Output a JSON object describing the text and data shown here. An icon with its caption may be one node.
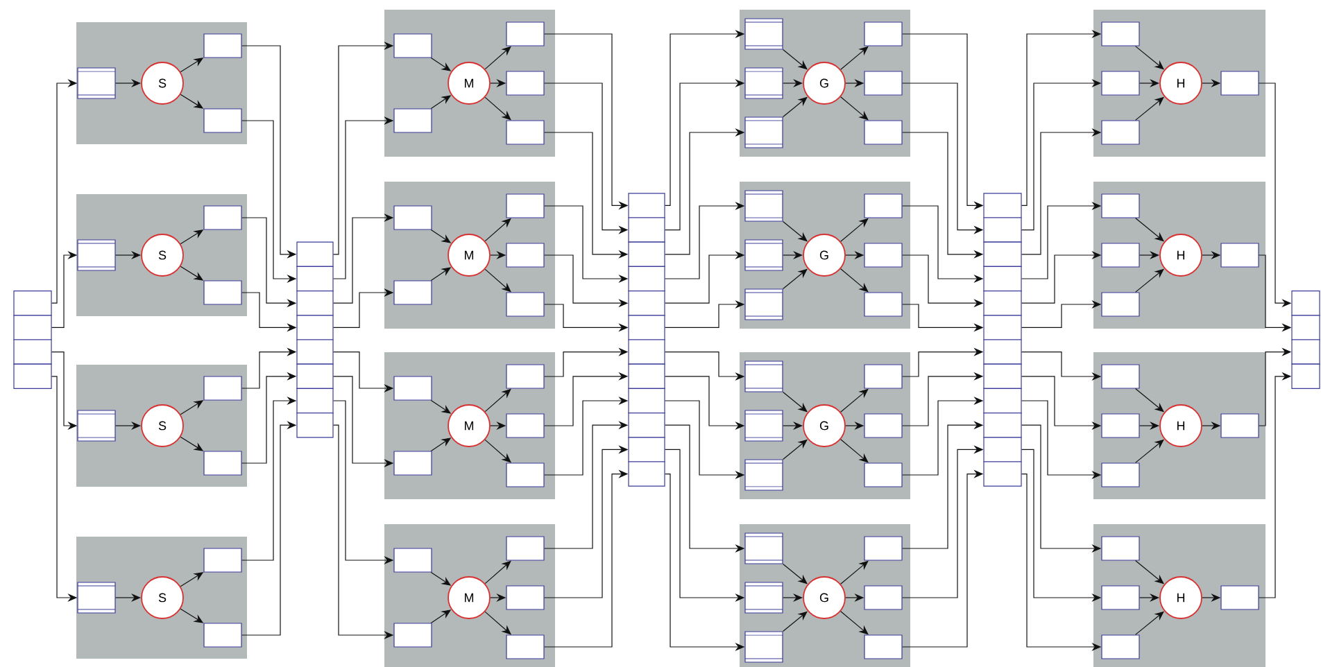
{
  "diagram": {
    "nodes": [
      {
        "text": [],
        "shape": "box"
      },
      {
        "text": [],
        "shape": "box"
      },
      {
        "text": [],
        "shape": "box"
      },
      {
        "text": [],
        "shape": "box"
      },
      {
        "text": [],
        "shape": "box"
      },
      {
        "text": [],
        "shape": "box",
        "in": 4
      },
      {
        "text": [
          "S"
        ],
        "in": 4
      },
      {
        "text": [],
        "shape": "box",
        "in": 4
      },
      {
        "text": [],
        "shape": "box",
        "in": 4
      },
      {
        "text": [],
        "shape": "box"
      },
      {
        "text": [],
        "shape": "box",
        "in": 9
      },
      {
        "text": [
          "S"
        ],
        "in": 9
      },
      {
        "text": [],
        "shape": "box",
        "in": 9
      },
      {
        "text": [],
        "shape": "box",
        "in": 9
      },
      {
        "text": [],
        "shape": "box"
      },
      {
        "text": [],
        "shape": "box",
        "in": 14
      },
      {
        "text": [
          "S"
        ],
        "in": 14
      },
      {
        "text": [],
        "shape": "box",
        "in": 14
      },
      {
        "text": [],
        "shape": "box",
        "in": 14
      },
      {
        "text": [],
        "shape": "box"
      },
      {
        "text": [],
        "shape": "box",
        "in": 19
      },
      {
        "text": [
          "S"
        ],
        "in": 19
      },
      {
        "text": [],
        "shape": "box",
        "in": 19
      },
      {
        "text": [],
        "shape": "box",
        "in": 19
      },
      {
        "text": [],
        "shape": "box"
      },
      {
        "text": [],
        "shape": "box"
      },
      {
        "text": [],
        "shape": "box"
      },
      {
        "text": [],
        "shape": "box"
      },
      {
        "text": [],
        "shape": "box"
      },
      {
        "text": [],
        "shape": "box"
      },
      {
        "text": [],
        "shape": "box"
      },
      {
        "text": [],
        "shape": "box"
      },
      {
        "text": [],
        "shape": "box"
      },
      {
        "text": [],
        "shape": "box",
        "in": 32
      },
      {
        "text": [],
        "shape": "box",
        "in": 32
      },
      {
        "text": [
          "M"
        ],
        "in": 32
      },
      {
        "text": [],
        "shape": "box",
        "in": 32
      },
      {
        "text": [],
        "shape": "box",
        "in": 32
      },
      {
        "text": [],
        "shape": "box",
        "in": 32
      },
      {
        "text": [],
        "shape": "box"
      },
      {
        "text": [],
        "shape": "box",
        "in": 39
      },
      {
        "text": [],
        "shape": "box",
        "in": 39
      },
      {
        "text": [
          "M"
        ],
        "in": 39
      },
      {
        "text": [],
        "shape": "box",
        "in": 39
      },
      {
        "text": [],
        "shape": "box",
        "in": 39
      },
      {
        "text": [],
        "shape": "box",
        "in": 39
      },
      {
        "text": [],
        "shape": "box"
      },
      {
        "text": [],
        "shape": "box",
        "in": 46
      },
      {
        "text": [],
        "shape": "box",
        "in": 46
      },
      {
        "text": [
          "M"
        ],
        "in": 46
      },
      {
        "text": [],
        "shape": "box",
        "in": 46
      },
      {
        "text": [],
        "shape": "box",
        "in": 46
      },
      {
        "text": [],
        "shape": "box",
        "in": 46
      },
      {
        "text": [],
        "shape": "box"
      },
      {
        "text": [],
        "shape": "box",
        "in": 53
      },
      {
        "text": [],
        "shape": "box",
        "in": 53
      },
      {
        "text": [
          "M"
        ],
        "in": 53
      },
      {
        "text": [],
        "shape": "box",
        "in": 53
      },
      {
        "text": [],
        "shape": "box",
        "in": 53
      },
      {
        "text": [],
        "shape": "box",
        "in": 53
      },
      {
        "text": [],
        "shape": "box"
      },
      {
        "text": [],
        "shape": "box"
      },
      {
        "text": [],
        "shape": "box"
      },
      {
        "text": [],
        "shape": "box"
      },
      {
        "text": [],
        "shape": "box"
      },
      {
        "text": [],
        "shape": "box"
      },
      {
        "text": [],
        "shape": "box"
      },
      {
        "text": [],
        "shape": "box"
      },
      {
        "text": [],
        "shape": "box"
      },
      {
        "text": [],
        "shape": "box"
      },
      {
        "text": [],
        "shape": "box"
      },
      {
        "text": [],
        "shape": "box"
      },
      {
        "text": [],
        "shape": "box"
      },
      {
        "text": [],
        "shape": "box",
        "in": 72
      },
      {
        "text": [],
        "shape": "box",
        "in": 72
      },
      {
        "text": [],
        "shape": "box",
        "in": 72
      },
      {
        "text": [
          "G"
        ],
        "in": 72
      },
      {
        "text": [],
        "shape": "box",
        "in": 72
      },
      {
        "text": [],
        "shape": "box",
        "in": 72
      },
      {
        "text": [],
        "shape": "box",
        "in": 72
      },
      {
        "text": [],
        "shape": "box"
      },
      {
        "text": [],
        "shape": "box",
        "in": 80
      },
      {
        "text": [],
        "shape": "box",
        "in": 80
      },
      {
        "text": [],
        "shape": "box",
        "in": 80
      },
      {
        "text": [
          "G"
        ],
        "in": 80
      },
      {
        "text": [],
        "shape": "box",
        "in": 80
      },
      {
        "text": [],
        "shape": "box",
        "in": 80
      },
      {
        "text": [],
        "shape": "box",
        "in": 80
      },
      {
        "text": [],
        "shape": "box"
      },
      {
        "text": [],
        "shape": "box",
        "in": 88
      },
      {
        "text": [],
        "shape": "box",
        "in": 88
      },
      {
        "text": [],
        "shape": "box",
        "in": 88
      },
      {
        "text": [
          "G"
        ],
        "in": 88
      },
      {
        "text": [],
        "shape": "box",
        "in": 88
      },
      {
        "text": [],
        "shape": "box",
        "in": 88
      },
      {
        "text": [],
        "shape": "box",
        "in": 88
      },
      {
        "text": [],
        "shape": "box"
      },
      {
        "text": [],
        "shape": "box",
        "in": 96
      },
      {
        "text": [],
        "shape": "box",
        "in": 96
      },
      {
        "text": [],
        "shape": "box",
        "in": 96
      },
      {
        "text": [
          "G"
        ],
        "in": 96
      },
      {
        "text": [],
        "shape": "box",
        "in": 96
      },
      {
        "text": [],
        "shape": "box",
        "in": 96
      },
      {
        "text": [],
        "shape": "box",
        "in": 96
      },
      {
        "text": [],
        "shape": "box"
      },
      {
        "text": [],
        "shape": "box"
      },
      {
        "text": [],
        "shape": "box"
      },
      {
        "text": [],
        "shape": "box"
      },
      {
        "text": [],
        "shape": "box"
      },
      {
        "text": [],
        "shape": "box"
      },
      {
        "text": [],
        "shape": "box"
      },
      {
        "text": [],
        "shape": "box"
      },
      {
        "text": [],
        "shape": "box"
      },
      {
        "text": [],
        "shape": "box"
      },
      {
        "text": [],
        "shape": "box"
      },
      {
        "text": [],
        "shape": "box"
      },
      {
        "text": [],
        "shape": "box"
      },
      {
        "text": [],
        "shape": "box",
        "in": 116
      },
      {
        "text": [],
        "shape": "box",
        "in": 116
      },
      {
        "text": [],
        "shape": "box",
        "in": 116
      },
      {
        "text": [
          "H"
        ],
        "in": 116
      },
      {
        "text": [],
        "shape": "box",
        "in": 116
      },
      {
        "text": [],
        "shape": "box"
      },
      {
        "text": [],
        "shape": "box",
        "in": 122
      },
      {
        "text": [],
        "shape": "box",
        "in": 122
      },
      {
        "text": [],
        "shape": "box",
        "in": 122
      },
      {
        "text": [
          "H"
        ],
        "in": 122
      },
      {
        "text": [],
        "shape": "box",
        "in": 122
      },
      {
        "text": [],
        "shape": "box"
      },
      {
        "text": [],
        "shape": "box",
        "in": 128
      },
      {
        "text": [],
        "shape": "box",
        "in": 128
      },
      {
        "text": [],
        "shape": "box",
        "in": 128
      },
      {
        "text": [
          "H"
        ],
        "in": 128
      },
      {
        "text": [],
        "shape": "box",
        "in": 128
      },
      {
        "text": [],
        "shape": "box"
      },
      {
        "text": [],
        "shape": "box",
        "in": 134
      },
      {
        "text": [],
        "shape": "box",
        "in": 134
      },
      {
        "text": [],
        "shape": "box",
        "in": 134
      },
      {
        "text": [
          "H"
        ],
        "in": 134
      },
      {
        "text": [],
        "shape": "box",
        "in": 134
      },
      {
        "text": [],
        "shape": "box"
      },
      {
        "text": [],
        "shape": "box"
      },
      {
        "text": [],
        "shape": "box"
      },
      {
        "text": [],
        "shape": "box"
      }
    ],
    "edges": [
      {
        "from": 0,
        "to": 5,
        "arrow": "to"
      },
      {
        "from": 1,
        "to": 10,
        "arrow": "to"
      },
      {
        "from": 2,
        "to": 15,
        "arrow": "to"
      },
      {
        "from": 3,
        "to": 20,
        "arrow": "to"
      },
      {
        "from": 5,
        "to": 6,
        "arrow": "to"
      },
      {
        "from": 6,
        "to": 7,
        "arrow": "to"
      },
      {
        "from": 6,
        "to": 8,
        "arrow": "to"
      },
      {
        "from": 10,
        "to": 11,
        "arrow": "to"
      },
      {
        "from": 11,
        "to": 12,
        "arrow": "to"
      },
      {
        "from": 11,
        "to": 13,
        "arrow": "to"
      },
      {
        "from": 15,
        "to": 16,
        "arrow": "to"
      },
      {
        "from": 16,
        "to": 17,
        "arrow": "to"
      },
      {
        "from": 16,
        "to": 18,
        "arrow": "to"
      },
      {
        "from": 20,
        "to": 21,
        "arrow": "to"
      },
      {
        "from": 21,
        "to": 22,
        "arrow": "to"
      },
      {
        "from": 21,
        "to": 23,
        "arrow": "to"
      },
      {
        "from": 7,
        "to": 24,
        "arrow": "to"
      },
      {
        "from": 8,
        "to": 25,
        "arrow": "to"
      },
      {
        "from": 12,
        "to": 26,
        "arrow": "to"
      },
      {
        "from": 13,
        "to": 27,
        "arrow": "to"
      },
      {
        "from": 17,
        "to": 28,
        "arrow": "to"
      },
      {
        "from": 18,
        "to": 29,
        "arrow": "to"
      },
      {
        "from": 22,
        "to": 30,
        "arrow": "to"
      },
      {
        "from": 23,
        "to": 31,
        "arrow": "to"
      },
      {
        "from": 24,
        "to": 33,
        "arrow": "to"
      },
      {
        "from": 25,
        "to": 34,
        "arrow": "to"
      },
      {
        "from": 26,
        "to": 40,
        "arrow": "to"
      },
      {
        "from": 27,
        "to": 41,
        "arrow": "to"
      },
      {
        "from": 28,
        "to": 47,
        "arrow": "to"
      },
      {
        "from": 29,
        "to": 48,
        "arrow": "to"
      },
      {
        "from": 30,
        "to": 54,
        "arrow": "to"
      },
      {
        "from": 31,
        "to": 55,
        "arrow": "to"
      },
      {
        "from": 33,
        "to": 35,
        "arrow": "to"
      },
      {
        "from": 34,
        "to": 35,
        "arrow": "to"
      },
      {
        "from": 35,
        "to": 36,
        "arrow": "to"
      },
      {
        "from": 35,
        "to": 37,
        "arrow": "to"
      },
      {
        "from": 35,
        "to": 38,
        "arrow": "to"
      },
      {
        "from": 40,
        "to": 42,
        "arrow": "to"
      },
      {
        "from": 41,
        "to": 42,
        "arrow": "to"
      },
      {
        "from": 42,
        "to": 43,
        "arrow": "to"
      },
      {
        "from": 42,
        "to": 44,
        "arrow": "to"
      },
      {
        "from": 42,
        "to": 45,
        "arrow": "to"
      },
      {
        "from": 47,
        "to": 49,
        "arrow": "to"
      },
      {
        "from": 48,
        "to": 49,
        "arrow": "to"
      },
      {
        "from": 49,
        "to": 50,
        "arrow": "to"
      },
      {
        "from": 49,
        "to": 51,
        "arrow": "to"
      },
      {
        "from": 49,
        "to": 52,
        "arrow": "to"
      },
      {
        "from": 54,
        "to": 56,
        "arrow": "to"
      },
      {
        "from": 55,
        "to": 56,
        "arrow": "to"
      },
      {
        "from": 56,
        "to": 57,
        "arrow": "to"
      },
      {
        "from": 56,
        "to": 58,
        "arrow": "to"
      },
      {
        "from": 56,
        "to": 59,
        "arrow": "to"
      },
      {
        "from": 36,
        "to": 60,
        "arrow": "to"
      },
      {
        "from": 37,
        "to": 61,
        "arrow": "to"
      },
      {
        "from": 38,
        "to": 62,
        "arrow": "to"
      },
      {
        "from": 43,
        "to": 63,
        "arrow": "to"
      },
      {
        "from": 44,
        "to": 64,
        "arrow": "to"
      },
      {
        "from": 45,
        "to": 65,
        "arrow": "to"
      },
      {
        "from": 50,
        "to": 66,
        "arrow": "to"
      },
      {
        "from": 51,
        "to": 67,
        "arrow": "to"
      },
      {
        "from": 52,
        "to": 68,
        "arrow": "to"
      },
      {
        "from": 57,
        "to": 69,
        "arrow": "to"
      },
      {
        "from": 58,
        "to": 70,
        "arrow": "to"
      },
      {
        "from": 59,
        "to": 71,
        "arrow": "to"
      },
      {
        "from": 60,
        "to": 73,
        "arrow": "to"
      },
      {
        "from": 61,
        "to": 74,
        "arrow": "to"
      },
      {
        "from": 62,
        "to": 75,
        "arrow": "to"
      },
      {
        "from": 63,
        "to": 81,
        "arrow": "to"
      },
      {
        "from": 64,
        "to": 82,
        "arrow": "to"
      },
      {
        "from": 65,
        "to": 83,
        "arrow": "to"
      },
      {
        "from": 66,
        "to": 89,
        "arrow": "to"
      },
      {
        "from": 67,
        "to": 90,
        "arrow": "to"
      },
      {
        "from": 68,
        "to": 91,
        "arrow": "to"
      },
      {
        "from": 69,
        "to": 97,
        "arrow": "to"
      },
      {
        "from": 70,
        "to": 98,
        "arrow": "to"
      },
      {
        "from": 71,
        "to": 99,
        "arrow": "to"
      },
      {
        "from": 73,
        "to": 76,
        "arrow": "to"
      },
      {
        "from": 74,
        "to": 76,
        "arrow": "to"
      },
      {
        "from": 75,
        "to": 76,
        "arrow": "to"
      },
      {
        "from": 76,
        "to": 77,
        "arrow": "to"
      },
      {
        "from": 76,
        "to": 78,
        "arrow": "to"
      },
      {
        "from": 76,
        "to": 79,
        "arrow": "to"
      },
      {
        "from": 81,
        "to": 84,
        "arrow": "to"
      },
      {
        "from": 82,
        "to": 84,
        "arrow": "to"
      },
      {
        "from": 83,
        "to": 84,
        "arrow": "to"
      },
      {
        "from": 84,
        "to": 85,
        "arrow": "to"
      },
      {
        "from": 84,
        "to": 86,
        "arrow": "to"
      },
      {
        "from": 84,
        "to": 87,
        "arrow": "to"
      },
      {
        "from": 89,
        "to": 92,
        "arrow": "to"
      },
      {
        "from": 90,
        "to": 92,
        "arrow": "to"
      },
      {
        "from": 91,
        "to": 92,
        "arrow": "to"
      },
      {
        "from": 92,
        "to": 93,
        "arrow": "to"
      },
      {
        "from": 92,
        "to": 94,
        "arrow": "to"
      },
      {
        "from": 92,
        "to": 95,
        "arrow": "to"
      },
      {
        "from": 97,
        "to": 100,
        "arrow": "to"
      },
      {
        "from": 98,
        "to": 100,
        "arrow": "to"
      },
      {
        "from": 99,
        "to": 100,
        "arrow": "to"
      },
      {
        "from": 100,
        "to": 101,
        "arrow": "to"
      },
      {
        "from": 100,
        "to": 102,
        "arrow": "to"
      },
      {
        "from": 100,
        "to": 103,
        "arrow": "to"
      },
      {
        "from": 77,
        "to": 104,
        "arrow": "to"
      },
      {
        "from": 78,
        "to": 105,
        "arrow": "to"
      },
      {
        "from": 79,
        "to": 106,
        "arrow": "to"
      },
      {
        "from": 85,
        "to": 107,
        "arrow": "to"
      },
      {
        "from": 86,
        "to": 108,
        "arrow": "to"
      },
      {
        "from": 87,
        "to": 109,
        "arrow": "to"
      },
      {
        "from": 93,
        "to": 110,
        "arrow": "to"
      },
      {
        "from": 94,
        "to": 111,
        "arrow": "to"
      },
      {
        "from": 95,
        "to": 112,
        "arrow": "to"
      },
      {
        "from": 101,
        "to": 113,
        "arrow": "to"
      },
      {
        "from": 102,
        "to": 114,
        "arrow": "to"
      },
      {
        "from": 103,
        "to": 115,
        "arrow": "to"
      },
      {
        "from": 104,
        "to": 117,
        "arrow": "to"
      },
      {
        "from": 105,
        "to": 118,
        "arrow": "to"
      },
      {
        "from": 106,
        "to": 119,
        "arrow": "to"
      },
      {
        "from": 107,
        "to": 123,
        "arrow": "to"
      },
      {
        "from": 108,
        "to": 124,
        "arrow": "to"
      },
      {
        "from": 109,
        "to": 125,
        "arrow": "to"
      },
      {
        "from": 110,
        "to": 129,
        "arrow": "to"
      },
      {
        "from": 111,
        "to": 130,
        "arrow": "to"
      },
      {
        "from": 112,
        "to": 131,
        "arrow": "to"
      },
      {
        "from": 113,
        "to": 135,
        "arrow": "to"
      },
      {
        "from": 114,
        "to": 136,
        "arrow": "to"
      },
      {
        "from": 115,
        "to": 137,
        "arrow": "to"
      },
      {
        "from": 117,
        "to": 120,
        "arrow": "to"
      },
      {
        "from": 118,
        "to": 120,
        "arrow": "to"
      },
      {
        "from": 119,
        "to": 120,
        "arrow": "to"
      },
      {
        "from": 120,
        "to": 121,
        "arrow": "to"
      },
      {
        "from": 123,
        "to": 126,
        "arrow": "to"
      },
      {
        "from": 124,
        "to": 126,
        "arrow": "to"
      },
      {
        "from": 125,
        "to": 126,
        "arrow": "to"
      },
      {
        "from": 126,
        "to": 127,
        "arrow": "to"
      },
      {
        "from": 129,
        "to": 132,
        "arrow": "to"
      },
      {
        "from": 130,
        "to": 132,
        "arrow": "to"
      },
      {
        "from": 131,
        "to": 132,
        "arrow": "to"
      },
      {
        "from": 132,
        "to": 133,
        "arrow": "to"
      },
      {
        "from": 135,
        "to": 138,
        "arrow": "to"
      },
      {
        "from": 136,
        "to": 138,
        "arrow": "to"
      },
      {
        "from": 137,
        "to": 138,
        "arrow": "to"
      },
      {
        "from": 138,
        "to": 139,
        "arrow": "to"
      },
      {
        "from": 121,
        "to": 140,
        "arrow": "to"
      },
      {
        "from": 127,
        "to": 141,
        "arrow": "to"
      },
      {
        "from": 133,
        "to": 142,
        "arrow": "to"
      },
      {
        "from": 139,
        "to": 143,
        "arrow": "to"
      }
    ]
  }
}
